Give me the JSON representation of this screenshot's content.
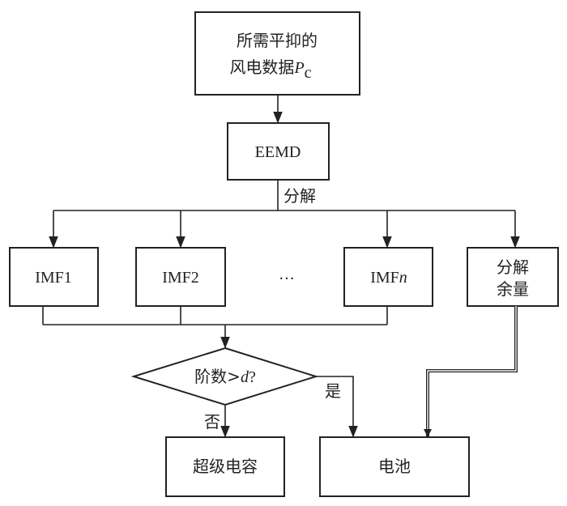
{
  "nodes": {
    "source": {
      "line1": "所需平抑的",
      "line2": "风电数据",
      "var": "P",
      "sub": "c"
    },
    "eemd": {
      "label": "EEMD"
    },
    "decompose_label": "分解",
    "imf1": {
      "label": "IMF1"
    },
    "imf2": {
      "label": "IMF2"
    },
    "ellipsis": "…",
    "imfn": {
      "prefix": "IMF",
      "var": "n"
    },
    "residual": {
      "line1": "分解",
      "line2": "余量"
    },
    "decision": {
      "prefix": "阶数>",
      "var": "d",
      "suffix": "?"
    },
    "yes_label": "是",
    "no_label": "否",
    "supercap": {
      "label": "超级电容"
    },
    "battery": {
      "label": "电池"
    }
  }
}
